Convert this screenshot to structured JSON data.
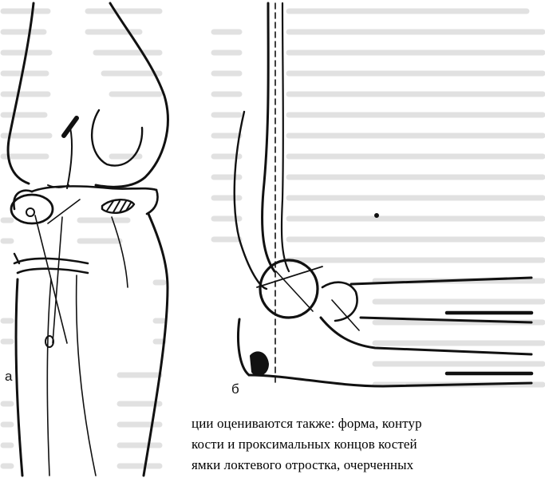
{
  "figure": {
    "label_a": "а",
    "label_b": "б"
  },
  "caption": {
    "lines": [
      "ции оцениваются также: форма, контур",
      "кости и проксимальных концов костей",
      "ямки локтевого отростка, очерченных"
    ]
  },
  "colors": {
    "ink": "#111111",
    "bleed_text": "#b8b8b8",
    "background": "#ffffff"
  }
}
